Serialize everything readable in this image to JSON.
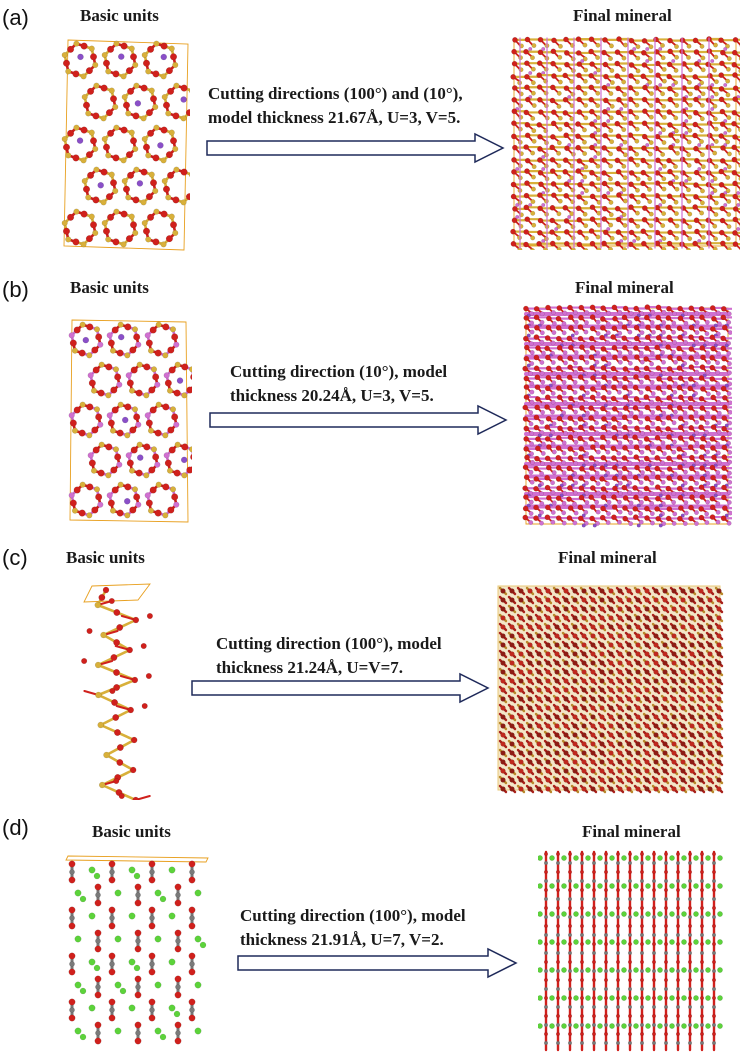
{
  "panels": [
    {
      "label": "(a)",
      "left_title": "Basic units",
      "right_title": "Final mineral",
      "desc_lines": [
        "Cutting directions (100°) and (10°),",
        "model thickness 21.67Å, U=3, V=5."
      ],
      "scheme": "silicate-red-gold"
    },
    {
      "label": "(b)",
      "left_title": "Basic units",
      "right_title": "Final mineral",
      "desc_lines": [
        "Cutting direction (10°), model",
        "thickness 20.24Å, U=3, V=5."
      ],
      "scheme": "silicate-red-pink"
    },
    {
      "label": "(c)",
      "left_title": "Basic units",
      "right_title": "Final mineral",
      "desc_lines": [
        "Cutting direction (100°), model",
        "thickness 21.24Å, U=V=7."
      ],
      "scheme": "chain-red-gold"
    },
    {
      "label": "(d)",
      "left_title": "Basic units",
      "right_title": "Final mineral",
      "desc_lines": [
        "Cutting direction (100°), model",
        "thickness 21.91Å, U=7, V=2."
      ],
      "scheme": "carbonate-green-red"
    }
  ],
  "colors": {
    "oxygen": "#d0201c",
    "silicon": "#d8b03a",
    "aluminium": "#d070d0",
    "cation": "#8a4fc8",
    "chloride": "#5cd33a",
    "carbon": "#7a7a7a",
    "cell": "#e8a020",
    "arrow": "#1f2a5a"
  }
}
